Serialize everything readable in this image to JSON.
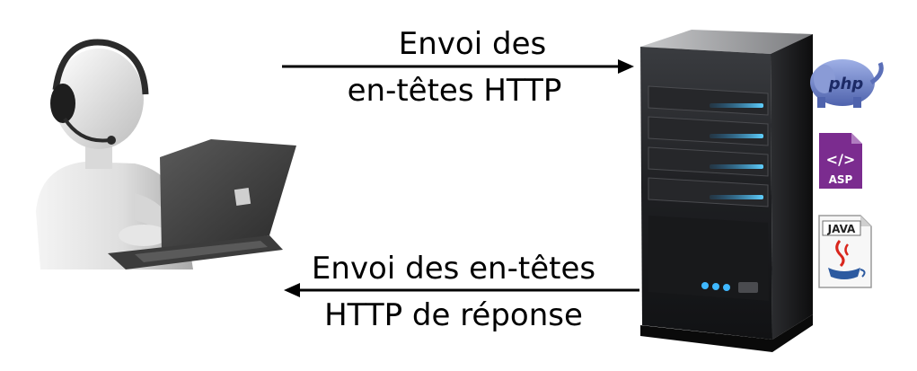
{
  "request": {
    "line1": "Envoi des",
    "line2": "en-têtes HTTP"
  },
  "response": {
    "line1": "Envoi des en-têtes",
    "line2": "HTTP de réponse"
  },
  "server_logos": {
    "php": "php",
    "asp_symbol": "</>",
    "asp": "ASP",
    "java": "JAVA"
  },
  "icons": {
    "client": "person-with-headset-and-laptop-icon",
    "server": "server-tower-icon",
    "php": "php-elephant-logo",
    "asp": "asp-file-icon",
    "java": "java-file-icon"
  },
  "colors": {
    "arrow": "#000000",
    "server_led": "#3fb8ff",
    "php_blue": "#6b82c9",
    "asp_purple": "#7b2c8f",
    "java_red": "#d9261c",
    "java_blue": "#2c5aa0"
  }
}
